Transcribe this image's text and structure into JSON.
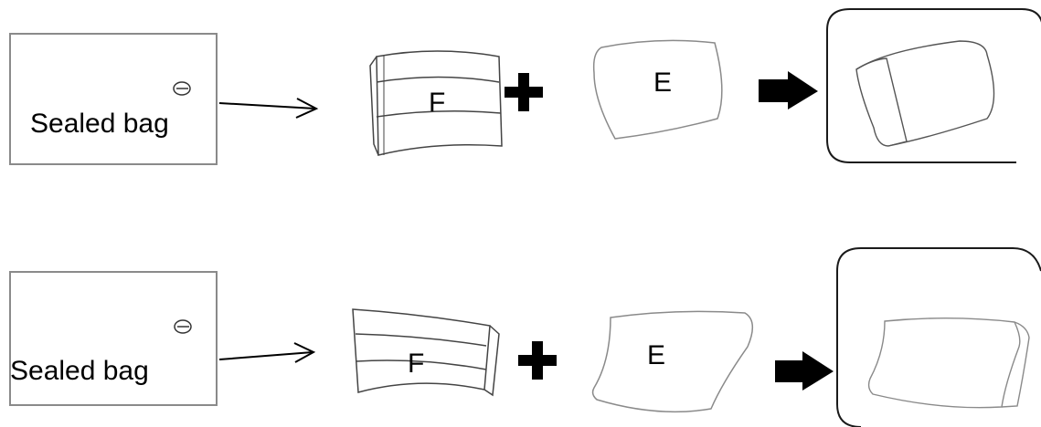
{
  "rows": [
    {
      "bag_label": "Sealed bag",
      "part_f_label": "F",
      "part_e_label": "E"
    },
    {
      "bag_label": "Sealed bag",
      "part_f_label": "F",
      "part_e_label": "E"
    }
  ],
  "colors": {
    "stroke": "#000000",
    "bag_border": "#8a8a8a",
    "line_gray": "#7a7a7a",
    "frame": "#1a1a1a"
  },
  "icons": [
    "valve-icon",
    "arrow-right-icon",
    "plus-icon",
    "block-arrow-icon"
  ]
}
